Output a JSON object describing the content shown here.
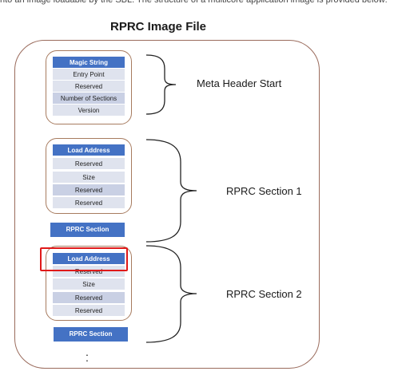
{
  "intro_text": "nto an image loadable by the SBL. The structure of a multicore application image is provided below:",
  "title": "RPRC Image File",
  "meta_header": {
    "rows": [
      "Magic String",
      "Entry Point",
      "Reserved",
      "Number of Sections",
      "Version"
    ],
    "label": "Meta Header Start"
  },
  "section1": {
    "rows": [
      "Load Address",
      "Reserved",
      "Size",
      "Reserved",
      "Reserved"
    ],
    "bar": "RPRC Section",
    "label": "RPRC Section 1"
  },
  "section2": {
    "rows": [
      "Load Address",
      "Reserved",
      "Size",
      "Reserved",
      "Reserved"
    ],
    "bar": "RPRC Section",
    "label": "RPRC Section 2"
  },
  "dots": ".\n.",
  "colors": {
    "header_blue": "#4472c4",
    "row_light": "#dfe3ee",
    "row_dark": "#c9d0e4",
    "outline_brown": "#9a6b5c",
    "highlight_red": "#e01919"
  }
}
